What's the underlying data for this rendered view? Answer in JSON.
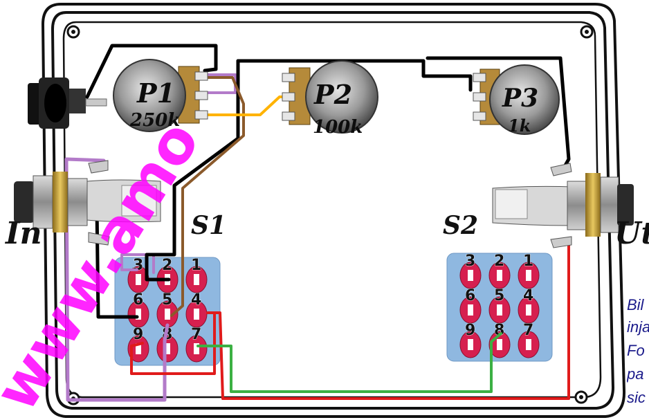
{
  "labels": {
    "input": "In",
    "output": "Ut",
    "switch1": "S1",
    "switch2": "S2"
  },
  "pots": [
    {
      "name": "P1",
      "value": "250k"
    },
    {
      "name": "P2",
      "value": "100k"
    },
    {
      "name": "P3",
      "value": "1k"
    }
  ],
  "switch1_pins": [
    "3",
    "2",
    "1",
    "6",
    "5",
    "4",
    "9",
    "8",
    "7"
  ],
  "switch2_pins": [
    "3",
    "2",
    "1",
    "6",
    "5",
    "4",
    "9",
    "8",
    "7"
  ],
  "caption_lines": [
    "Bil",
    "inja",
    "Fo",
    "pa",
    "sic"
  ],
  "watermark": "www.amo",
  "colors": {
    "enclosure": "#111111",
    "wire_black": "#000000",
    "wire_purple": "#b37bc9",
    "wire_brown": "#8b5a2b",
    "wire_orange": "#ffb300",
    "wire_red": "#e01b1b",
    "wire_green": "#3cb043",
    "switch_board": "#8fb8e0",
    "lug_red": "#d6204f",
    "watermark": "#ff00ff"
  }
}
